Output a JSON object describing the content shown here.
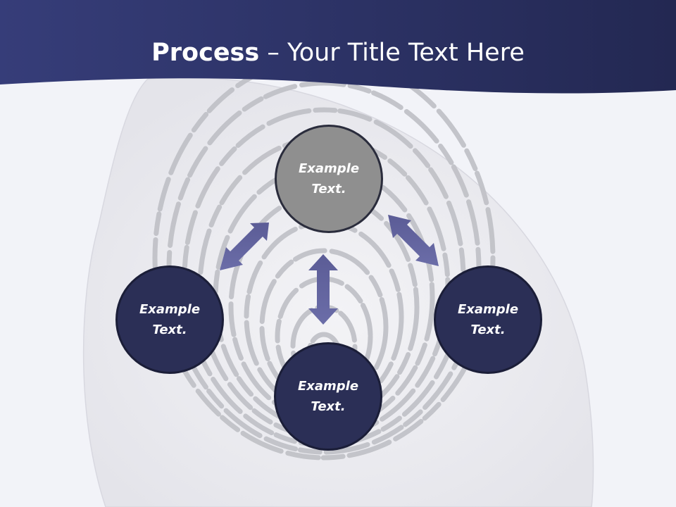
{
  "title": {
    "bold": "Process",
    "rest": " – Your Title Text Here"
  },
  "nodes": {
    "top": "Example Text.",
    "left": "Example Text.",
    "bottom": "Example Text.",
    "right": "Example Text."
  },
  "colors": {
    "header": "#2f3468",
    "node_dark": "#2b2f56",
    "node_top": "#8f8f8f",
    "arrow": "#5d5e98",
    "fingerprint": "#c1c2c8"
  }
}
